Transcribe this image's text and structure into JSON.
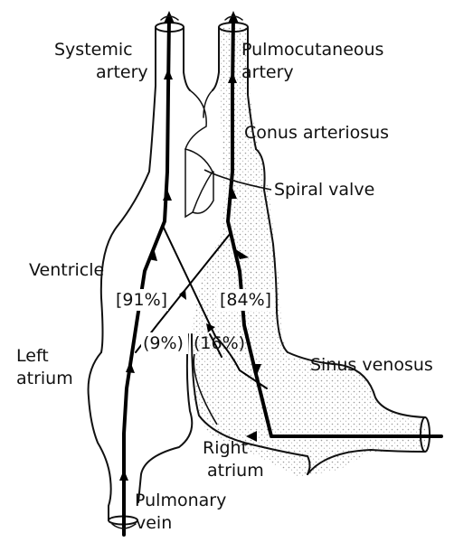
{
  "labels": {
    "systemic_artery": [
      "Systemic",
      "artery"
    ],
    "pulmocutaneous_artery": [
      "Pulmocutaneous",
      "artery"
    ],
    "conus_arteriosus": "Conus arteriosus",
    "spiral_valve": "Spiral valve",
    "ventricle": "Ventricle",
    "left_atrium": [
      "Left",
      "atrium"
    ],
    "sinus_venosus": "Sinus venosus",
    "right_atrium": [
      "Right",
      "atrium"
    ],
    "pulmonary_vein": [
      "Pulmonary",
      "vein"
    ]
  },
  "percentages": {
    "left_to_systemic": "[91%]",
    "right_to_pulmo": "[84%]",
    "left_to_pulmo": "(9%)",
    "right_to_systemic": "(16%)"
  },
  "colors": {
    "ink": "#111111",
    "stipple": "#9a9a9a",
    "background": "#ffffff"
  }
}
